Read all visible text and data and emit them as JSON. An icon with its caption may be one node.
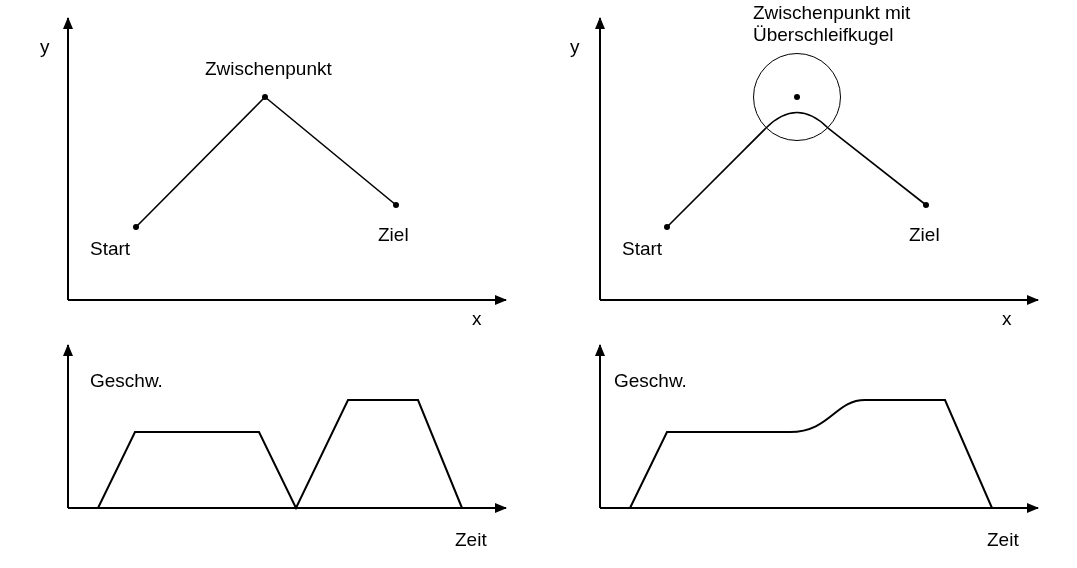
{
  "diagram": {
    "nodes": [
      {
        "text": [
          "Start"
        ]
      },
      {
        "text": [
          "Zwischenpunkt"
        ]
      },
      {
        "text": [
          "Ziel"
        ]
      },
      {
        "text": [
          "Start"
        ]
      },
      {
        "text": [
          "Zwischenpunkt mit Überschleifkugel"
        ]
      },
      {
        "text": [
          "Ziel"
        ]
      }
    ],
    "edges": [
      {
        "from": 0,
        "to": 1,
        "arrow": "none"
      },
      {
        "from": 1,
        "to": 2,
        "arrow": "none"
      },
      {
        "from": 3,
        "to": 4,
        "arrow": "none"
      },
      {
        "from": 4,
        "to": 5,
        "arrow": "none"
      }
    ],
    "labels": [
      "y",
      "x",
      "y",
      "x",
      "Geschw.",
      "Zeit",
      "Geschw.",
      "Zeit"
    ]
  }
}
